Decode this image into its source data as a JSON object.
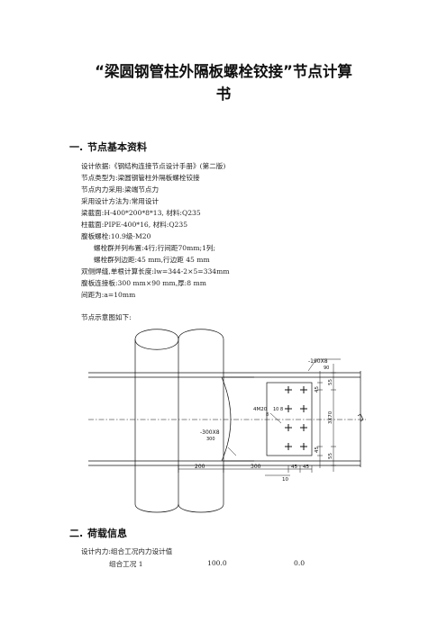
{
  "title": {
    "line1": "“梁圆钢管柱外隔板螺栓铰接”节点计算",
    "line2": "书"
  },
  "section1": {
    "num": "一.",
    "heading": "节点基本资料",
    "lines": [
      "设计依据:《钢结构连接节点设计手册》(第二版)",
      "节点类型为:梁圆钢管柱外隔板螺栓铰接",
      "节点内力采用:梁端节点力",
      "采用设计方法为:常用设计",
      "梁截面:H-400*200*8*13,  材料:Q235",
      "柱截面:PIPE-400*16,  材料:Q235",
      "腹板螺栓:10.9级-M20",
      "螺栓群并列布置:4行;行间距70mm;1列;",
      "螺栓群列边距:45 mm,行边距 45 mm",
      "双侧焊缝,单根计算长度:lw=344-2×5=334mm",
      "腹板连接板:300 mm×90 mm,厚:8 mm",
      "间距为:a=10mm"
    ],
    "diagram_caption": "节点示意图如下:"
  },
  "drawing": {
    "labels": {
      "plate_top": "-190X8",
      "plate_top_sub": "90",
      "bolts": "4M20",
      "weld_a": "10",
      "weld_b": "8",
      "weld_c": "8",
      "diaphragm": "-300X8",
      "diaphragm_sub": "300",
      "dim_45_a": "45",
      "dim_55_a": "55",
      "dim_3x70": "3X70",
      "dim_45_b": "45",
      "dim_55_b": "55",
      "dim_200": "200",
      "dim_300": "300",
      "dim_45_c": "45",
      "dim_45_d": "45",
      "dim_10": "10"
    }
  },
  "section2": {
    "num": "二.",
    "heading": "荷载信息",
    "line1": "设计内力:组合工况内力设计值",
    "row": {
      "label": "组合工况 1",
      "v1": "100.0",
      "v2": "0.0"
    }
  }
}
